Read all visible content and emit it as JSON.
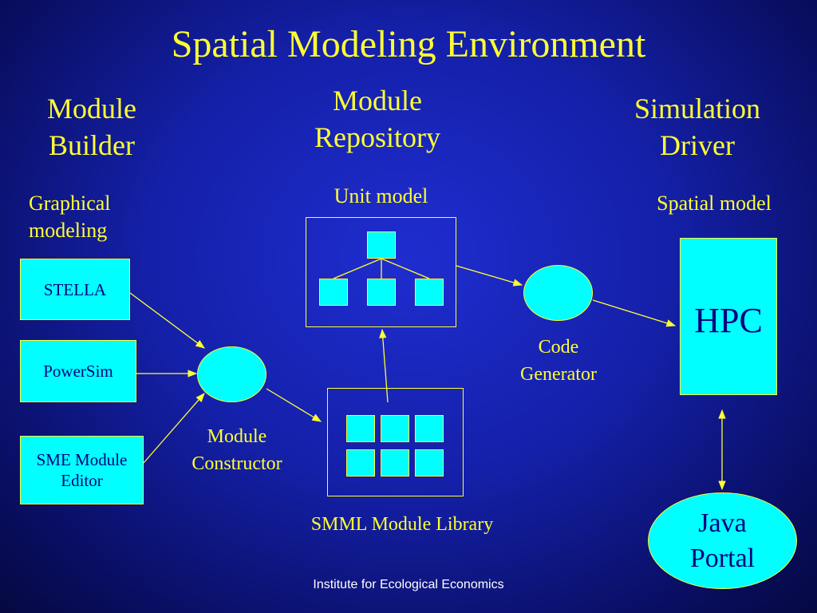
{
  "title": "Spatial Modeling Environment",
  "columns": {
    "builder": "Module Builder",
    "repository": "Module Repository",
    "driver": "Simulation Driver"
  },
  "labels": {
    "graphical_modeling": "Graphical modeling",
    "unit_model": "Unit model",
    "spatial_model": "Spatial model",
    "module_constructor": "Module Constructor",
    "code_generator": "Code Generator",
    "smml_library": "SMML Module Library"
  },
  "tools": {
    "stella": "STELLA",
    "powersim": "PowerSim",
    "sme_editor": "SME Module Editor"
  },
  "hpc": "HPC",
  "java_portal": "Java Portal",
  "footer": "Institute for Ecological Economics",
  "colors": {
    "background": "#1420a8",
    "text": "#ffff33",
    "shape_fill": "#00ffff",
    "shape_text": "#000080",
    "footer_text": "#ffffff"
  }
}
